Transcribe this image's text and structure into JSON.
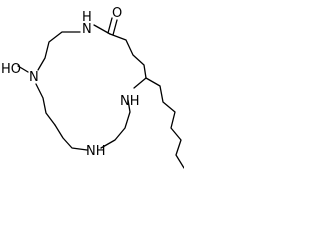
{
  "molecule": {
    "labels": {
      "amide_nh": "H",
      "amide_n": "N",
      "carbonyl_o": "O",
      "hydroxy_ho": "HO",
      "hydroxy_n": "N",
      "ring_nh_right": "NH",
      "ring_nh_bottom": "NH"
    }
  }
}
